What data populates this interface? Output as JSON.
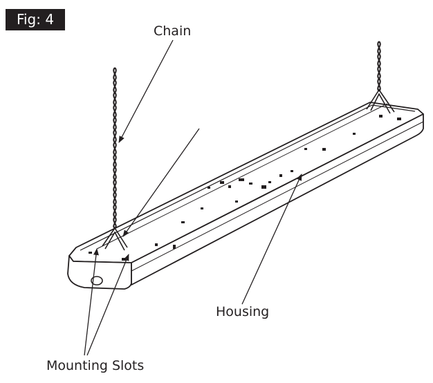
{
  "figure": {
    "tag": "Fig: 4",
    "labels": {
      "chain": "Chain",
      "housing": "Housing",
      "mounting_slots": "Mounting Slots"
    }
  },
  "colors": {
    "ink": "#231f20",
    "background": "#ffffff",
    "tag_background": "#231f20",
    "tag_text": "#ffffff"
  },
  "icons": [
    "chain-illustration",
    "light-fixture-housing",
    "mounting-slot",
    "leader-arrow"
  ]
}
